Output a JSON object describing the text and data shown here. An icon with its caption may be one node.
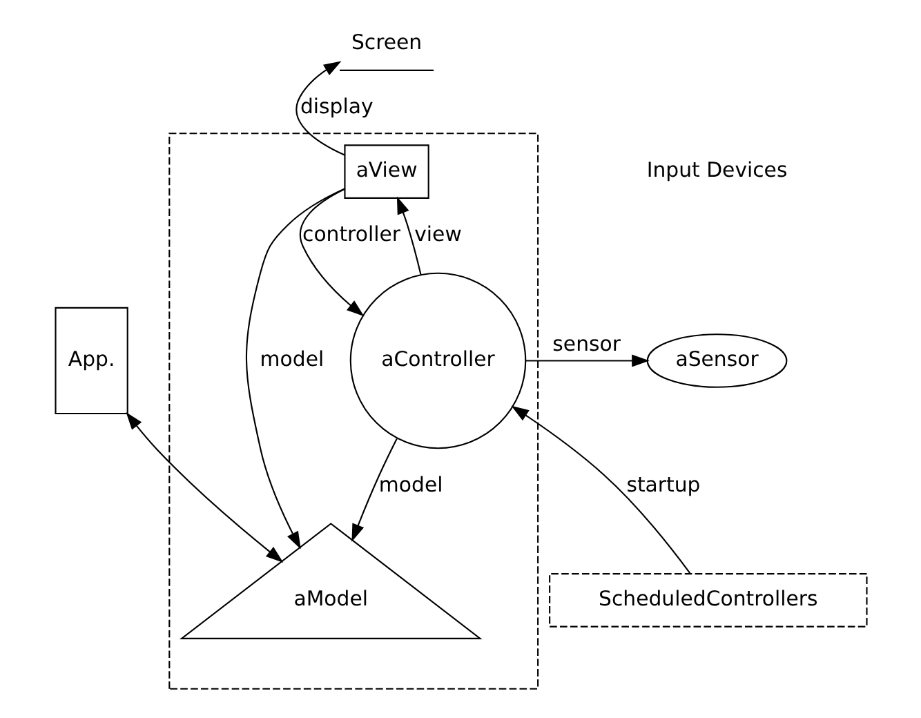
{
  "diagram": {
    "nodes": [
      {
        "text": [],
        "shape": "box"
      },
      {
        "text": [
          "Screen"
        ]
      },
      {
        "text": [
          "aView"
        ],
        "in": 0
      },
      {
        "text": [
          "App."
        ]
      },
      {
        "text": [
          "aModel"
        ],
        "in": 0
      },
      {
        "text": [
          "aController"
        ],
        "in": 0
      },
      {
        "text": [
          "aSensor"
        ]
      },
      {
        "text": [
          "ScheduledControllers"
        ]
      }
    ],
    "edges": [
      {
        "from": 2,
        "to": 1,
        "arrow": "to",
        "label": "display"
      },
      {
        "from": 2,
        "to": 4,
        "arrow": "to",
        "label": "model"
      },
      {
        "from": 2,
        "to": 5,
        "arrow": "to",
        "label": "controller"
      },
      {
        "from": 5,
        "to": 2,
        "arrow": "to",
        "label": "view"
      },
      {
        "from": 3,
        "to": 4,
        "arrow": "both"
      },
      {
        "from": 5,
        "to": 4,
        "arrow": "to",
        "label": "model"
      },
      {
        "from": 5,
        "to": 6,
        "arrow": "to",
        "label": "sensor"
      },
      {
        "from": 7,
        "to": 5,
        "arrow": "to",
        "label": "startup"
      }
    ],
    "labels": [
      "Input Devices"
    ]
  }
}
